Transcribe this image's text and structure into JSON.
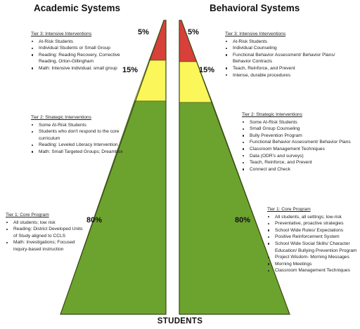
{
  "titles": {
    "academic": "Academic Systems",
    "behavioral": "Behavioral Systems"
  },
  "colors": {
    "tier1": "#6ca32e",
    "tier2": "#fbf65a",
    "tier3": "#d8403a",
    "outline": "#3b4a16"
  },
  "academic": {
    "tier3": {
      "title": "Tier 3: Intensive Interventions",
      "items": [
        "At-Risk Students",
        "Individual Students or Small Group",
        "Reading: Reading Recovery, Corrective Reading, Orton-Gillingham",
        "Math: Intensive individual. small group"
      ]
    },
    "tier2": {
      "title": "Tier 2: Strategic Interventions",
      "items": [
        "Some At-Risk Students",
        "Students who don't respond to the core curriculum",
        "Reading: Leveled Literacy Intervention",
        "Math: Small Targeted Groups; Dreambox"
      ]
    },
    "tier1": {
      "title": "Tier 1: Core Program",
      "items": [
        "All students; low risk",
        "Reading: District Developed Units of Study aligned to CCLS",
        "Math: Investigations; Focused inquiry-based instruction"
      ]
    }
  },
  "behavioral": {
    "tier3": {
      "title": "Tier 3: Intensive Interventions",
      "items": [
        "At-Risk Students",
        "Individual Counseling",
        "Functional Behavior Assessment/ Behavior Plans/ Behavior Contracts",
        "Teach, Reinforce, and Prevent",
        "Intense, durable procedures"
      ]
    },
    "tier2": {
      "title": "Tier 2: Strategic Interventions",
      "items": [
        "Some At-Risk Students",
        "Small Group Counseling",
        "Bully Prevention Program",
        "Functional Behavior Assessment/ Behavior Plans",
        "Classroom Management Techniques",
        "Data (ODR's and surveys)",
        "Teach, Reinforce, and Prevent",
        "Connect and Check"
      ]
    },
    "tier1": {
      "title": "Tier 1: Core Program",
      "items": [
        "All students, all settings; low-risk",
        "Preventative, proactive strategies",
        "School Wide Rules/ Expectations",
        "Positive Reinforcement System",
        "School Wide Social Skills/ Character Education/ Bullying Prevention Program",
        "Project Wisdom- Morning Messages",
        "Morning Meetings",
        "Classroom Management Techniques"
      ]
    }
  },
  "percentages": {
    "tier3": "5%",
    "tier2": "15%",
    "tier1": "80%"
  },
  "footer": "STUDENTS"
}
